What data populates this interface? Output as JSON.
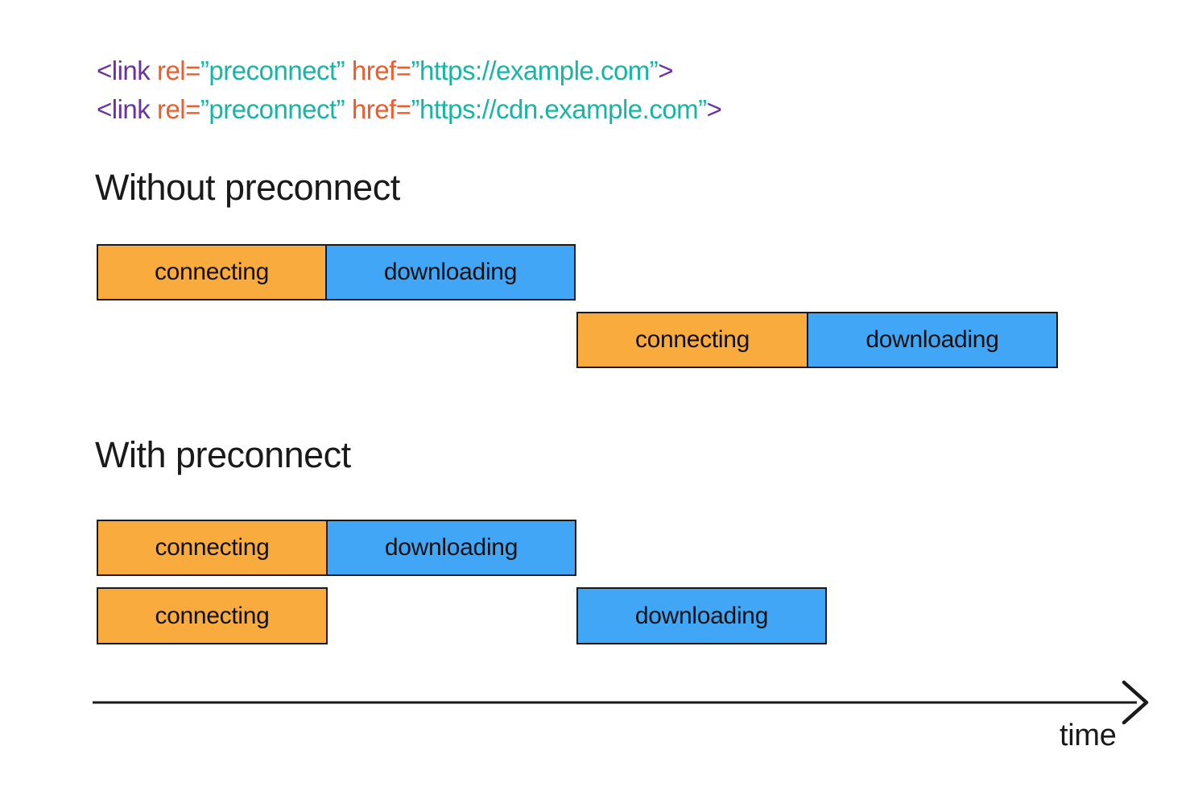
{
  "colors": {
    "tag": "#6A329F",
    "attribute": "#F05B2B",
    "string": "#18B5A5",
    "connecting_fill": "#F9AC3D",
    "downloading_fill": "#41A6F5",
    "bar_border": "#1A1A1A",
    "heading_text": "#1A1A1A",
    "axis": "#1A1A1A"
  },
  "code": {
    "line1": {
      "open": "<link",
      "rel_attr": " rel=",
      "rel_value": "”preconnect”",
      "href_attr": " href=",
      "href_value": "”https://example.com”",
      "close": ">"
    },
    "line2": {
      "open": "<link",
      "rel_attr": " rel=",
      "rel_value": "”preconnect”",
      "href_attr": " href=",
      "href_value": "”https://cdn.example.com”",
      "close": ">"
    }
  },
  "without": {
    "heading": "Without preconnect",
    "row1": {
      "connecting": "connecting",
      "downloading": "downloading"
    },
    "row2": {
      "connecting": "connecting",
      "downloading": "downloading"
    }
  },
  "with": {
    "heading": "With preconnect",
    "row1": {
      "connecting": "connecting",
      "downloading": "downloading"
    },
    "row2": {
      "connecting": "connecting",
      "downloading": "downloading"
    }
  },
  "axis": {
    "label": "time"
  }
}
